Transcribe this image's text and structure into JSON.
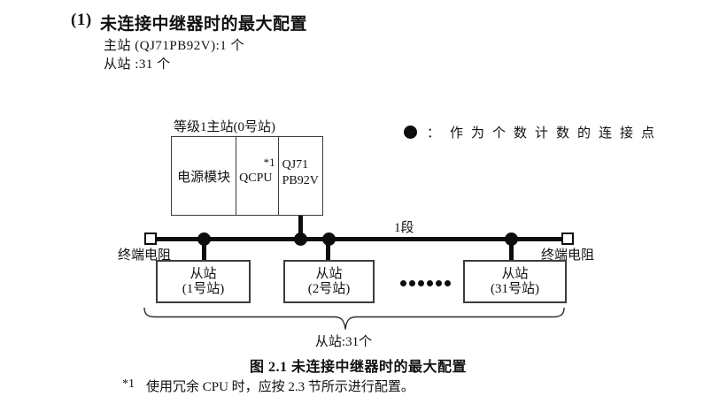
{
  "heading": {
    "number": "(1)",
    "title": "未连接中继器时的最大配置"
  },
  "specs": {
    "master": "主站 (QJ71PB92V):1 个",
    "slaves": "从站 :31 个"
  },
  "diagram": {
    "master_station": {
      "label": "等级1主站(0号站)",
      "power_module": "电源模块",
      "cpu_module": "QCPU",
      "cpu_note_ref": "*1",
      "network_module": "QJ71\nPB92V"
    },
    "legend": {
      "colon": "：",
      "text": "作为个数计数的连接点"
    },
    "segment_label": "1段",
    "terminator_left_label": "终端电阻",
    "terminator_right_label": "终端电阻",
    "slaves": [
      {
        "line1": "从站",
        "line2": "(1号站)"
      },
      {
        "line1": "从站",
        "line2": "(2号站)"
      },
      {
        "line1": "从站",
        "line2": "(31号站)"
      }
    ],
    "ellipsis_dots": 6,
    "brace_label": "从站:31个"
  },
  "caption": "图 2.1 未连接中继器时的最大配置",
  "footnote": {
    "ref": "*1",
    "text": "使用冗余 CPU 时，应按 2.3 节所示进行配置。"
  },
  "colors": {
    "ink": "#0d0d0d",
    "box_border": "#3c3c3c",
    "background": "#ffffff"
  }
}
